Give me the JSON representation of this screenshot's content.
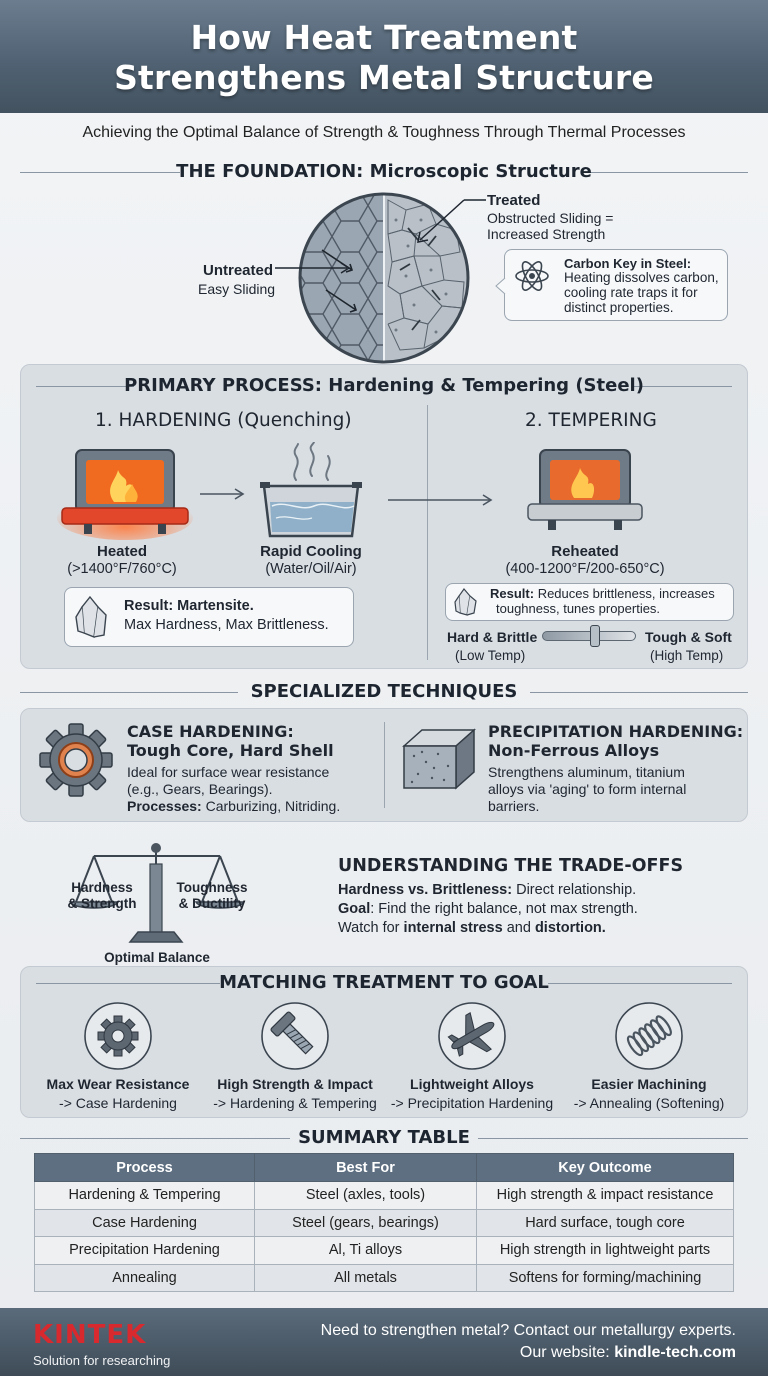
{
  "header": {
    "title_line1": "How Heat Treatment",
    "title_line2": "Strengthens Metal Structure"
  },
  "subtitle": "Achieving the Optimal Balance of Strength & Toughness Through Thermal Processes",
  "foundation": {
    "title": "THE FOUNDATION: Microscopic Structure",
    "untreated_label": "Untreated",
    "untreated_desc": "Easy Sliding",
    "treated_label": "Treated",
    "treated_desc_1": "Obstructed Sliding =",
    "treated_desc_2": "Increased Strength",
    "carbon_title": "Carbon Key in Steel:",
    "carbon_text_1": "Heating dissolves carbon,",
    "carbon_text_2": "cooling rate traps it for",
    "carbon_text_3": "distinct properties."
  },
  "primary": {
    "title": "PRIMARY PROCESS: Hardening & Tempering (Steel)",
    "hardening_title": "1. HARDENING (Quenching)",
    "heated_label": "Heated",
    "heated_temp": "(>1400°F/760°C)",
    "cooling_label": "Rapid Cooling",
    "cooling_media": "(Water/Oil/Air)",
    "result_title": "Result: Martensite.",
    "result_text": "Max Hardness, Max Brittleness.",
    "tempering_title": "2. TEMPERING",
    "reheated_label": "Reheated",
    "reheated_temp": "(400-1200°F/200-650°C)",
    "temper_result_bold": "Result:",
    "temper_result_1": "Reduces brittleness, increases",
    "temper_result_2": "toughness, tunes properties.",
    "slider_left": "Hard & Brittle",
    "slider_left_sub": "(Low Temp)",
    "slider_right": "Tough & Soft",
    "slider_right_sub": "(High Temp)"
  },
  "specialized": {
    "title": "SPECIALIZED TECHNIQUES",
    "case_title_1": "CASE HARDENING:",
    "case_title_2": "Tough Core, Hard Shell",
    "case_text_1": "Ideal for surface wear resistance",
    "case_text_2": "(e.g., Gears, Bearings).",
    "case_proc_label": "Processes:",
    "case_proc_text": "Carburizing, Nitriding.",
    "precip_title_1": "PRECIPITATION HARDENING:",
    "precip_title_2": "Non-Ferrous Alloys",
    "precip_text_1": "Strengthens aluminum, titanium",
    "precip_text_2": "alloys via 'aging' to form internal",
    "precip_text_3": "barriers."
  },
  "tradeoffs": {
    "scale_left_1": "Hardness",
    "scale_left_2": "& Strength",
    "scale_right_1": "Toughness",
    "scale_right_2": "& Ductility",
    "scale_bottom": "Optimal Balance",
    "title": "UNDERSTANDING THE TRADE-OFFS",
    "line1_bold": "Hardness vs. Brittleness:",
    "line1_text": "Direct relationship.",
    "line2_bold": "Goal",
    "line2_text": ": Find the right balance, not max strength.",
    "line3_a": "Watch for ",
    "line3_b": "internal stress",
    "line3_c": " and ",
    "line3_d": "distortion."
  },
  "matching": {
    "title": "MATCHING TREATMENT TO GOAL",
    "items": [
      {
        "label": "Max Wear Resistance",
        "sub": "-> Case Hardening",
        "icon": "gear-icon"
      },
      {
        "label": "High Strength & Impact",
        "sub": "-> Hardening & Tempering",
        "icon": "bolt-icon"
      },
      {
        "label": "Lightweight Alloys",
        "sub": "-> Precipitation Hardening",
        "icon": "airplane-icon"
      },
      {
        "label": "Easier Machining",
        "sub": "-> Annealing (Softening)",
        "icon": "spring-icon"
      }
    ]
  },
  "summary": {
    "title": "SUMMARY TABLE",
    "headers": [
      "Process",
      "Best For",
      "Key Outcome"
    ],
    "rows": [
      [
        "Hardening & Tempering",
        "Steel (axles, tools)",
        "High strength & impact resistance"
      ],
      [
        "Case Hardening",
        "Steel (gears, bearings)",
        "Hard surface, tough core"
      ],
      [
        "Precipitation Hardening",
        "Al, Ti alloys",
        "High strength in lightweight parts"
      ],
      [
        "Annealing",
        "All metals",
        "Softens for forming/machining"
      ]
    ]
  },
  "footer": {
    "brand": "KINTEK",
    "tagline": "Solution for researching",
    "cta": "Need to strengthen metal? Contact our metallurgy experts.",
    "website_label": "Our website: ",
    "website": "kindle-tech.com"
  },
  "colors": {
    "header": "#506273",
    "brand_red": "#d8292f",
    "accent_orange": "#f06a1f"
  }
}
